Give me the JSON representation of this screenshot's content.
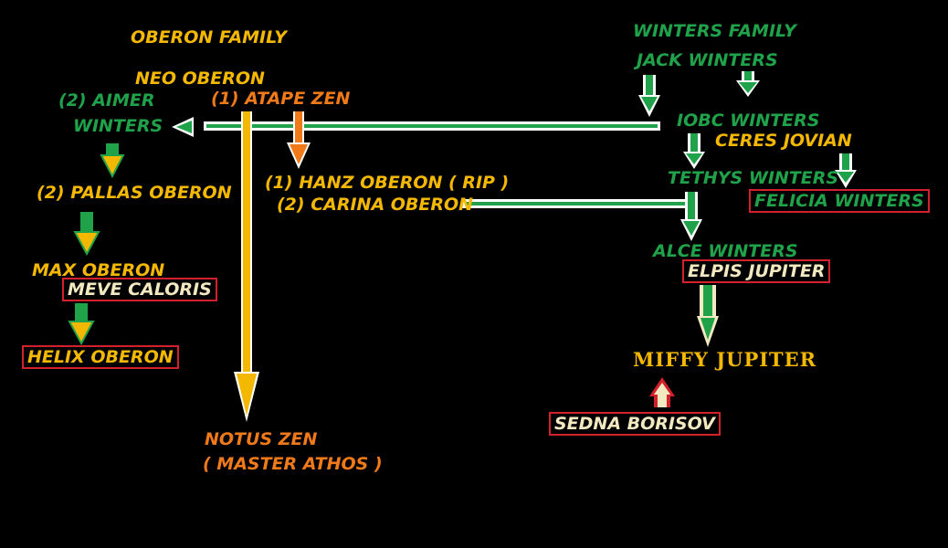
{
  "oberon_family": {
    "title": "OBERON FAMILY",
    "neo": "NEO OBERON",
    "aimer_line1": "(2) AIMER",
    "aimer_line2": "WINTERS",
    "atape": "(1) ATAPE ZEN",
    "hanz": "(1) HANZ OBERON ( RIP )",
    "carina": "(2) CARINA OBERON",
    "pallas": "(2) PALLAS OBERON",
    "max": "MAX OBERON",
    "meve": "MEVE CALORIS",
    "helix": "HELIX OBERON",
    "notus_line1": "NOTUS ZEN",
    "notus_line2": "( MASTER ATHOS )"
  },
  "winters_family": {
    "title": "WINTERS FAMILY",
    "jack": "JACK WINTERS",
    "iobc": "IOBC WINTERS",
    "ceres": "CERES JOVIAN",
    "tethys": "TETHYS WINTERS",
    "felicia": "FELICIA WINTERS",
    "alce": "ALCE WINTERS",
    "elpis": "ELPIS JUPITER",
    "miffy": "MIFFY JUPITER",
    "sedna": "SEDNA BORISOV"
  },
  "colors": {
    "background": "#000000",
    "oberon_text": "#f5b800",
    "winters_text": "#1fa24a",
    "zen_text": "#f07a1a",
    "spouse_box": "#d4202a"
  }
}
